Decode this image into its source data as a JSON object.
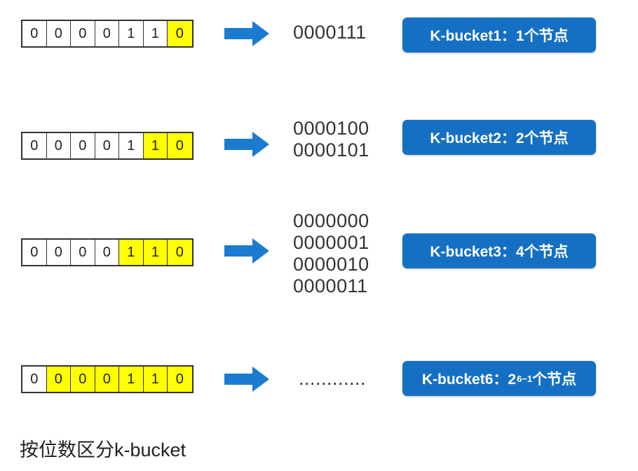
{
  "colors": {
    "highlight": "#ffff00",
    "arrow": "#1a7bd0",
    "bucket_bg": "#1570c4",
    "bucket_text": "#ffffff"
  },
  "rows": [
    {
      "bits": [
        "0",
        "0",
        "0",
        "0",
        "1",
        "1",
        "0"
      ],
      "highlighted_count": 1,
      "ids": [
        "0000111"
      ],
      "bucket_label": "K-bucket1：1个节点"
    },
    {
      "bits": [
        "0",
        "0",
        "0",
        "0",
        "1",
        "1",
        "0"
      ],
      "highlighted_count": 2,
      "ids": [
        "0000100",
        "0000101"
      ],
      "bucket_label": "K-bucket2：2个节点"
    },
    {
      "bits": [
        "0",
        "0",
        "0",
        "0",
        "1",
        "1",
        "0"
      ],
      "highlighted_count": 3,
      "ids": [
        "0000000",
        "0000001",
        "0000010",
        "0000011"
      ],
      "bucket_label": "K-bucket3：4个节点"
    },
    {
      "bits": [
        "0",
        "0",
        "0",
        "0",
        "1",
        "1",
        "0"
      ],
      "highlighted_count": 6,
      "ids": [
        "............"
      ],
      "bucket_label_prefix": "K-bucket6：2",
      "bucket_label_sup": "6−1",
      "bucket_label_suffix": "个节点"
    }
  ],
  "caption": "按位数区分k-bucket"
}
